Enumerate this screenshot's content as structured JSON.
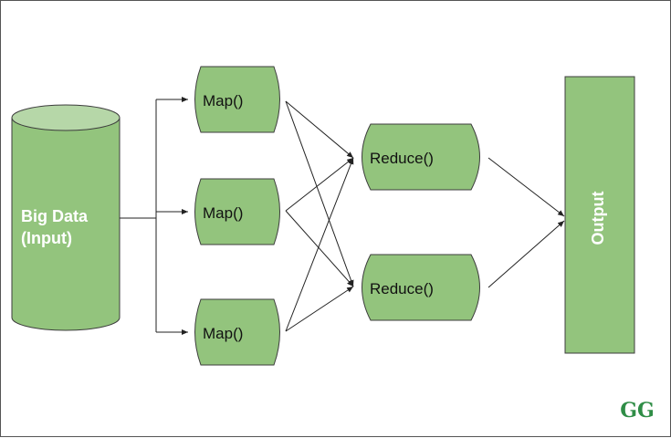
{
  "diagram": {
    "input_label_line1": "Big Data",
    "input_label_line2": "(Input)",
    "map_labels": [
      "Map()",
      "Map()",
      "Map()"
    ],
    "reduce_labels": [
      "Reduce()",
      "Reduce()"
    ],
    "output_label": "Output",
    "logo_text": "GG"
  },
  "colors": {
    "node_fill": "#93c47d",
    "node_stroke": "#3d3d3d",
    "cylinder_top": "#b6d7a8",
    "logo": "#2f8d46",
    "edge": "#222222"
  }
}
